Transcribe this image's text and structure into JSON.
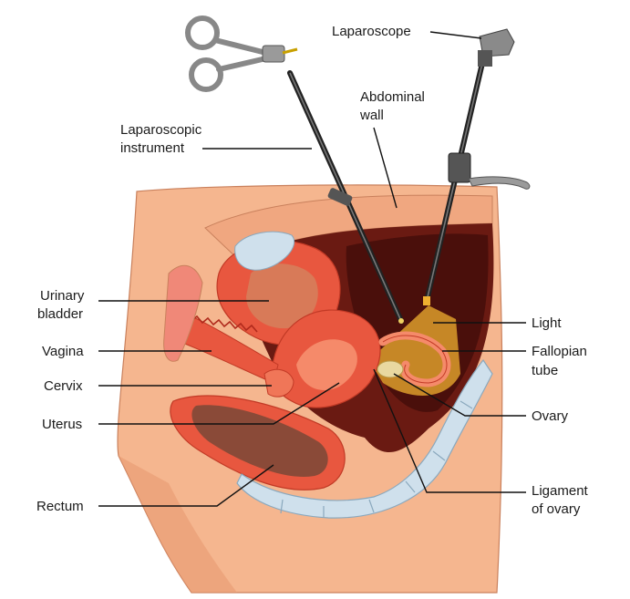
{
  "labels": {
    "laparoscope": "Laparoscope",
    "laparoscopic_instrument_1": "Laparoscopic",
    "laparoscopic_instrument_2": "instrument",
    "abdominal_wall_1": "Abdominal",
    "abdominal_wall_2": "wall",
    "urinary_bladder_1": "Urinary",
    "urinary_bladder_2": "bladder",
    "vagina": "Vagina",
    "cervix": "Cervix",
    "uterus": "Uterus",
    "rectum": "Rectum",
    "light": "Light",
    "fallopian_tube_1": "Fallopian",
    "fallopian_tube_2": "tube",
    "ovary": "Ovary",
    "ligament_of_ovary_1": "Ligament",
    "ligament_of_ovary_2": "of ovary"
  },
  "colors": {
    "skin": "#f5b68f",
    "skin_dark": "#e89a72",
    "cavity": "#6a1a12",
    "cavity_dark": "#3d0b08",
    "organ_red": "#e8573f",
    "organ_light": "#f58a6a",
    "rectum": "#8a4a38",
    "bone": "#cfe0ec",
    "light_beam": "#f0b030",
    "instrument": "#222222"
  }
}
